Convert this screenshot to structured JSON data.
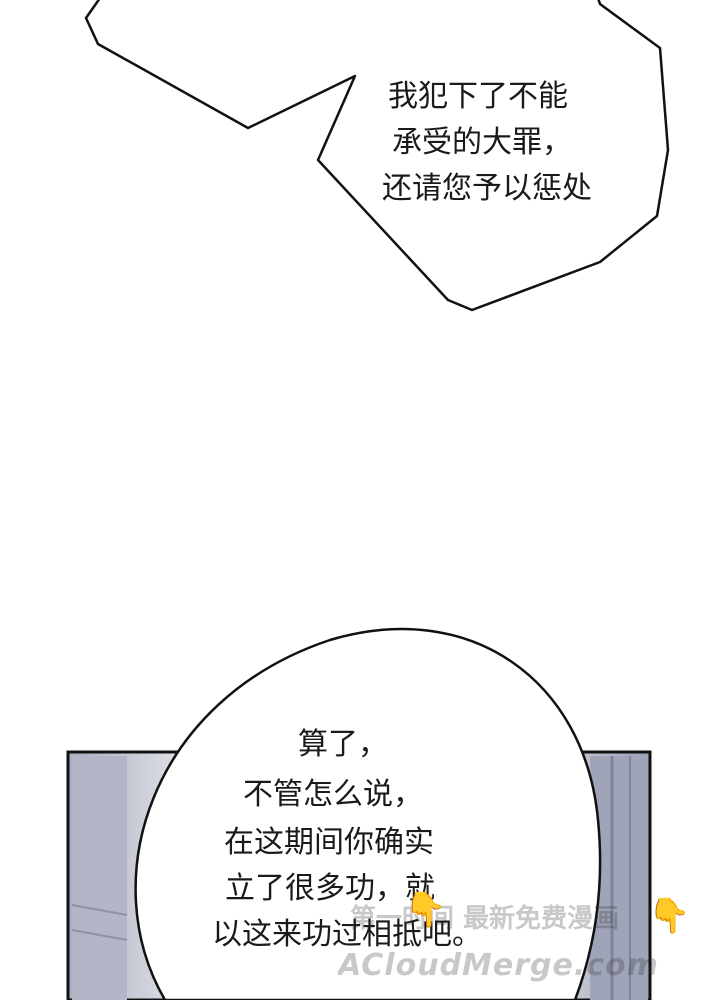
{
  "bubble_top": {
    "lines": [
      "我犯下了不能",
      "承受的大罪，",
      "还请您予以惩处"
    ]
  },
  "bubble_bottom": {
    "lines": [
      "算了，",
      "不管怎么说，",
      "在这期间你确实",
      "立了很多功，就",
      "以这来功过相抵吧。"
    ]
  },
  "watermark": {
    "main": "第一时间 最新免费漫画",
    "site": "ACloudMerge.com"
  },
  "colors": {
    "panel_bg": "#aeb2c4",
    "panel_light": "#e9eaee",
    "stroke": "#111111"
  }
}
